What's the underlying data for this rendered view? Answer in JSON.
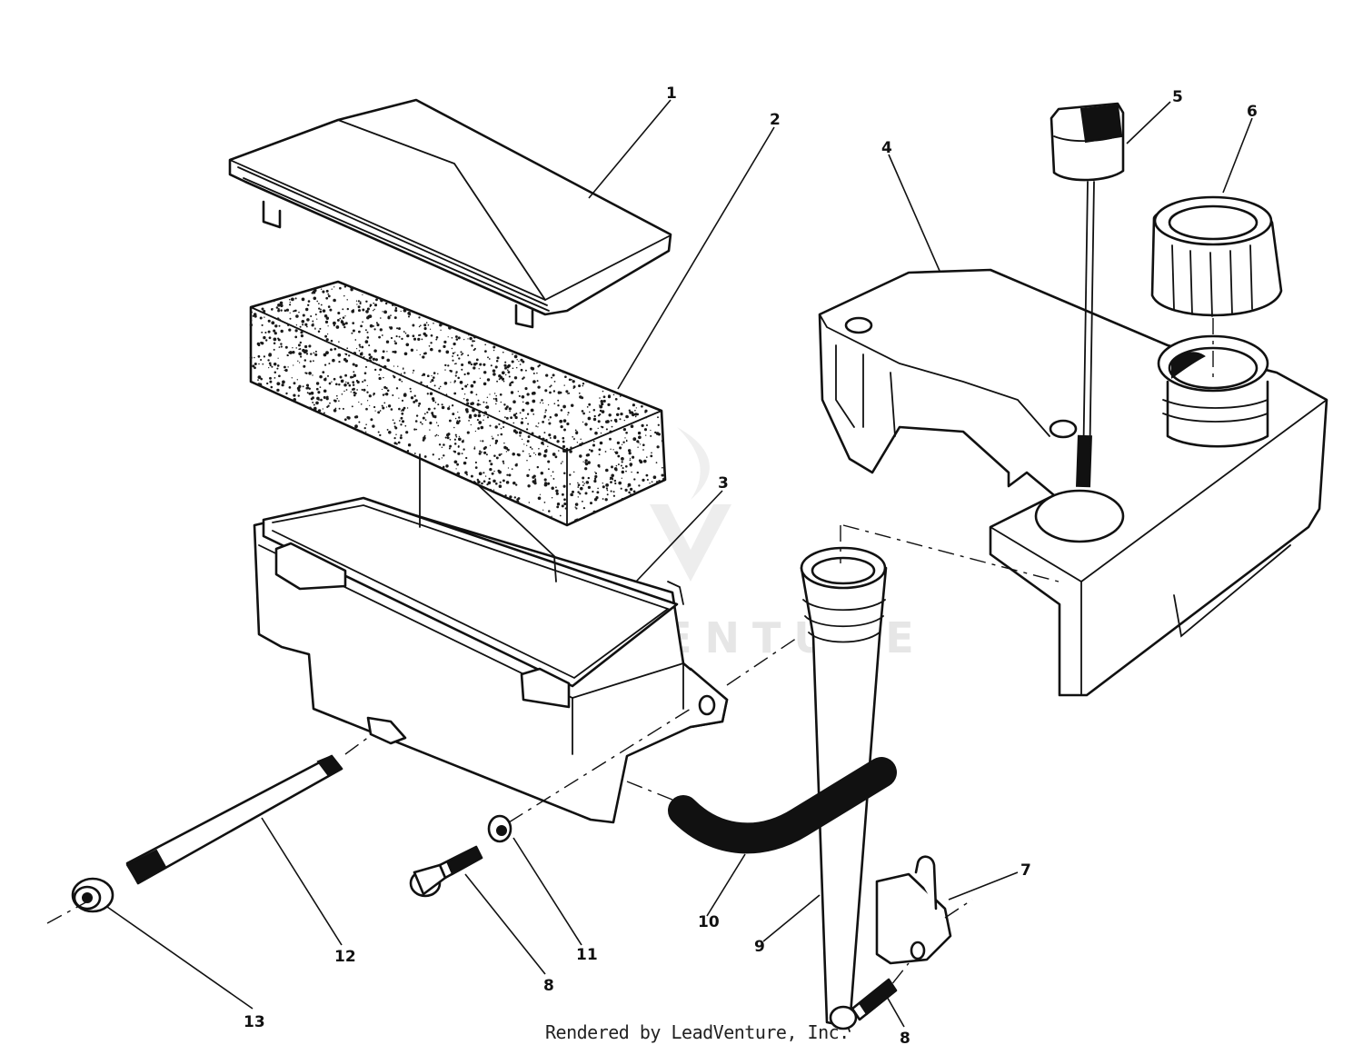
{
  "watermark": {
    "text": "LEADVENTURE"
  },
  "credit": {
    "text": "Rendered by LeadVenture, Inc."
  },
  "callouts": [
    {
      "label": "1"
    },
    {
      "label": "2"
    },
    {
      "label": "3"
    },
    {
      "label": "4"
    },
    {
      "label": "5"
    },
    {
      "label": "6"
    },
    {
      "label": "7"
    },
    {
      "label": "8"
    },
    {
      "label": "9"
    },
    {
      "label": "10"
    },
    {
      "label": "11"
    },
    {
      "label": "12"
    },
    {
      "label": "13"
    },
    {
      "label": "8"
    }
  ],
  "colors": {
    "line": "#111111",
    "background": "#ffffff",
    "watermark": "#e6e6e6"
  }
}
